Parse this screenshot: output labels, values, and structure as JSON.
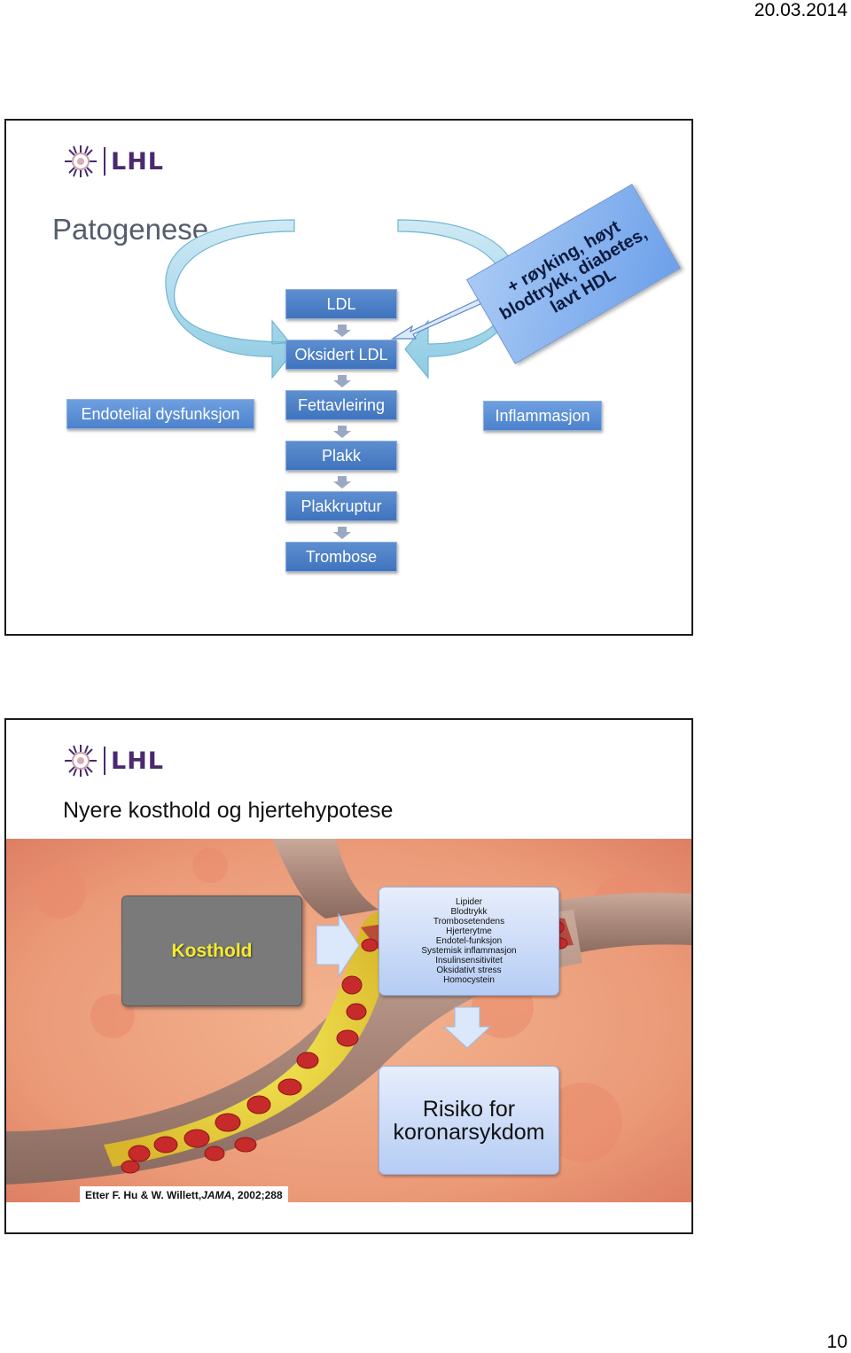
{
  "header": {
    "date": "20.03.2014"
  },
  "footer": {
    "page_number": "10"
  },
  "slide1": {
    "logo_text": "LHL",
    "title": "Patogenese",
    "chain": [
      "LDL",
      "Oksidert LDL",
      "Fettavleiring",
      "Plakk",
      "Plakkruptur",
      "Trombose"
    ],
    "left_box": "Endotelial dysfunksjon",
    "right_box": "Inflammasjon",
    "risk_callout": [
      "+ røyking, høyt",
      "blodtrykk, diabetes,",
      "lavt HDL"
    ]
  },
  "slide2": {
    "logo_text": "LHL",
    "title": "Nyere kosthold og hjertehypotese",
    "kosthold_label": "Kosthold",
    "factors": [
      "Lipider",
      "Blodtrykk",
      "Trombosetendens",
      "Hjerterytme",
      "Endotel-funksjon",
      "Systemisk inflammasjon",
      "Insulinsensitivitet",
      "Oksidativt stress",
      "Homocystein"
    ],
    "risk_lines": [
      "Risiko for",
      "koronarsykdom"
    ],
    "reference_prefix": "Etter F. Hu & W. Willett, ",
    "reference_journal": "JAMA",
    "reference_suffix": ", 2002;288"
  },
  "colors": {
    "box_blue": "#4a7fc6",
    "logo_purple": "#4a2a6e",
    "kosthold_yellow": "#f6ea2e"
  }
}
